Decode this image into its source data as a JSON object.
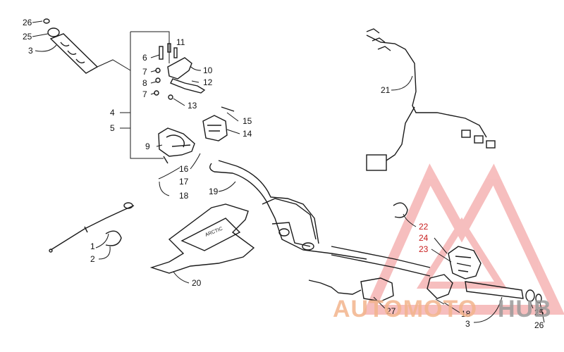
{
  "callouts": [
    {
      "id": "c26a",
      "text": "26"
    },
    {
      "id": "c25a",
      "text": "25"
    },
    {
      "id": "c3a",
      "text": "3"
    },
    {
      "id": "c11",
      "text": "11"
    },
    {
      "id": "c6",
      "text": "6"
    },
    {
      "id": "c10",
      "text": "10"
    },
    {
      "id": "c7a",
      "text": "7"
    },
    {
      "id": "c8",
      "text": "8"
    },
    {
      "id": "c12",
      "text": "12"
    },
    {
      "id": "c7b",
      "text": "7"
    },
    {
      "id": "c13",
      "text": "13"
    },
    {
      "id": "c4",
      "text": "4"
    },
    {
      "id": "c5",
      "text": "5"
    },
    {
      "id": "c15",
      "text": "15"
    },
    {
      "id": "c14",
      "text": "14"
    },
    {
      "id": "c9",
      "text": "9"
    },
    {
      "id": "c16",
      "text": "16"
    },
    {
      "id": "c17",
      "text": "17"
    },
    {
      "id": "c18a",
      "text": "18"
    },
    {
      "id": "c19",
      "text": "19"
    },
    {
      "id": "c21",
      "text": "21"
    },
    {
      "id": "c22",
      "text": "22"
    },
    {
      "id": "c24",
      "text": "24"
    },
    {
      "id": "c23",
      "text": "23"
    },
    {
      "id": "c1",
      "text": "1"
    },
    {
      "id": "c2",
      "text": "2"
    },
    {
      "id": "c20",
      "text": "20"
    },
    {
      "id": "c27",
      "text": "27"
    },
    {
      "id": "c18b",
      "text": "18"
    },
    {
      "id": "c25b",
      "text": "25"
    },
    {
      "id": "c3b",
      "text": "3"
    },
    {
      "id": "c26b",
      "text": "26"
    }
  ],
  "watermark": {
    "part1": "AUTOMOTO",
    "part2": "HUB",
    "color_primary": "#f2b48c",
    "color_secondary": "#9a9a9a",
    "logo_color": "#f08a8a"
  }
}
